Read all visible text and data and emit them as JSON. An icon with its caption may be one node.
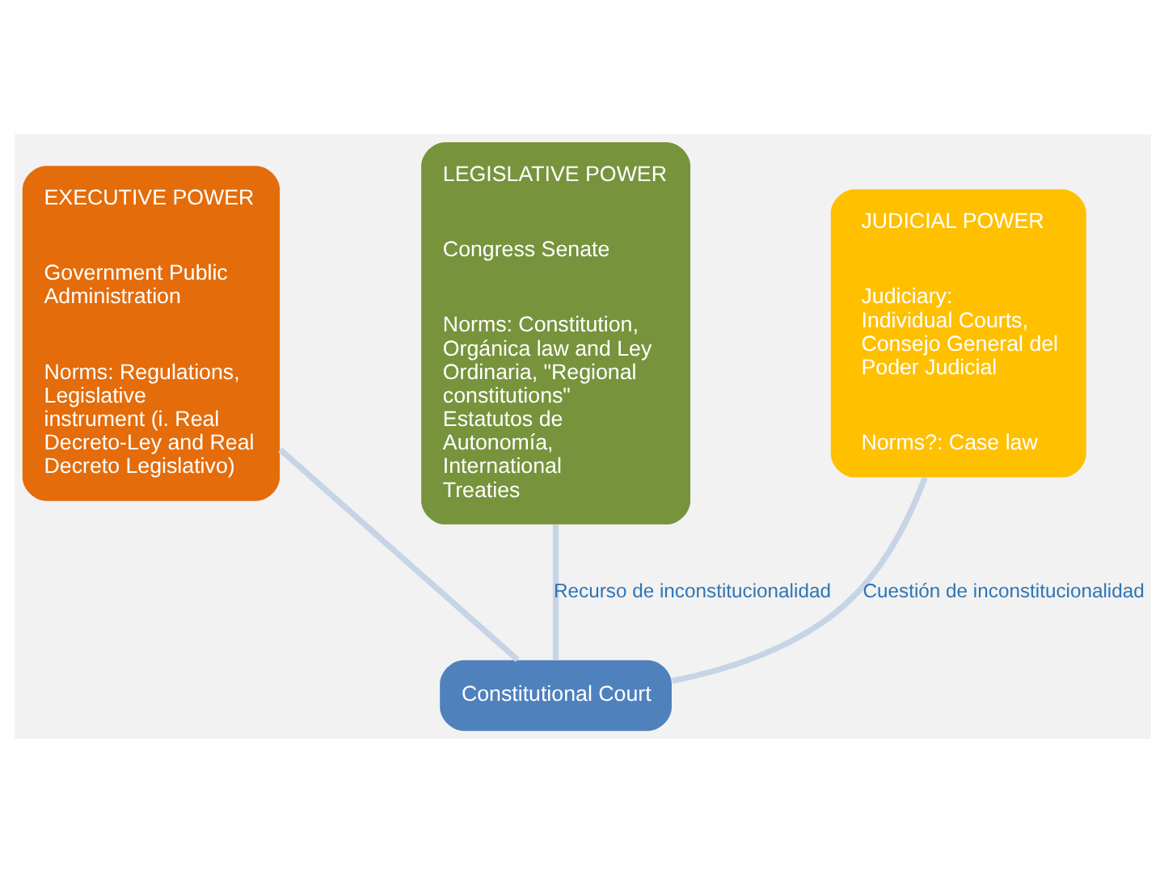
{
  "diagram": {
    "nodes": [
      {
        "text": [
          "EXECUTIVE POWER",
          "Government Public Administration",
          "Norms: Regulations, Legislative instrument (i. Real Decreto-Ley and Real Decreto Legislativo)"
        ]
      },
      {
        "text": [
          "LEGISLATIVE POWER",
          "Congress Senate",
          "Norms: Constitution, Orgánica law and Ley Ordinaria, \"Regional constitutions\" Estatutos de Autonomía, International Treaties"
        ]
      },
      {
        "text": [
          "JUDICIAL POWER",
          "Judiciary: Individual Courts, Consejo General del Poder Judicial",
          "Norms?: Case law"
        ]
      },
      {
        "text": [
          "Constitutional Court"
        ]
      }
    ],
    "edges": [
      {
        "from": 2,
        "to": 3,
        "arrow": "none",
        "label": "Cuestión de inconstitucionalidad"
      },
      {
        "from": 0,
        "to": 3,
        "arrow": "none"
      },
      {
        "from": 1,
        "to": 3,
        "arrow": "none",
        "label": "Recurso de inconstitucionalidad"
      }
    ]
  }
}
